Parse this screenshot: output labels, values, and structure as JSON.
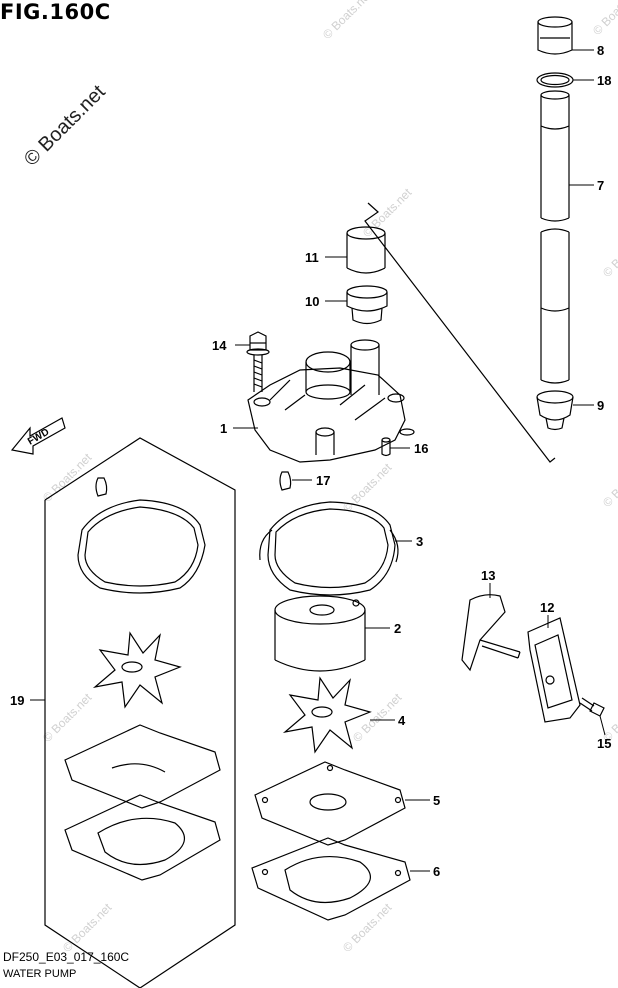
{
  "figure_title": "FIG.160C",
  "watermark_main": "© Boats.net",
  "watermark_faint": "© Boats.net",
  "caption_code": "DF250_E03_017_160C",
  "caption_name": "WATER PUMP",
  "fwd_label": "FWD",
  "callouts": {
    "c1": "1",
    "c2": "2",
    "c3": "3",
    "c4": "4",
    "c5": "5",
    "c6": "6",
    "c7": "7",
    "c8": "8",
    "c9": "9",
    "c10": "10",
    "c11": "11",
    "c12": "12",
    "c13": "13",
    "c14": "14",
    "c15": "15",
    "c16": "16",
    "c17": "17",
    "c18": "18",
    "c19": "19"
  }
}
